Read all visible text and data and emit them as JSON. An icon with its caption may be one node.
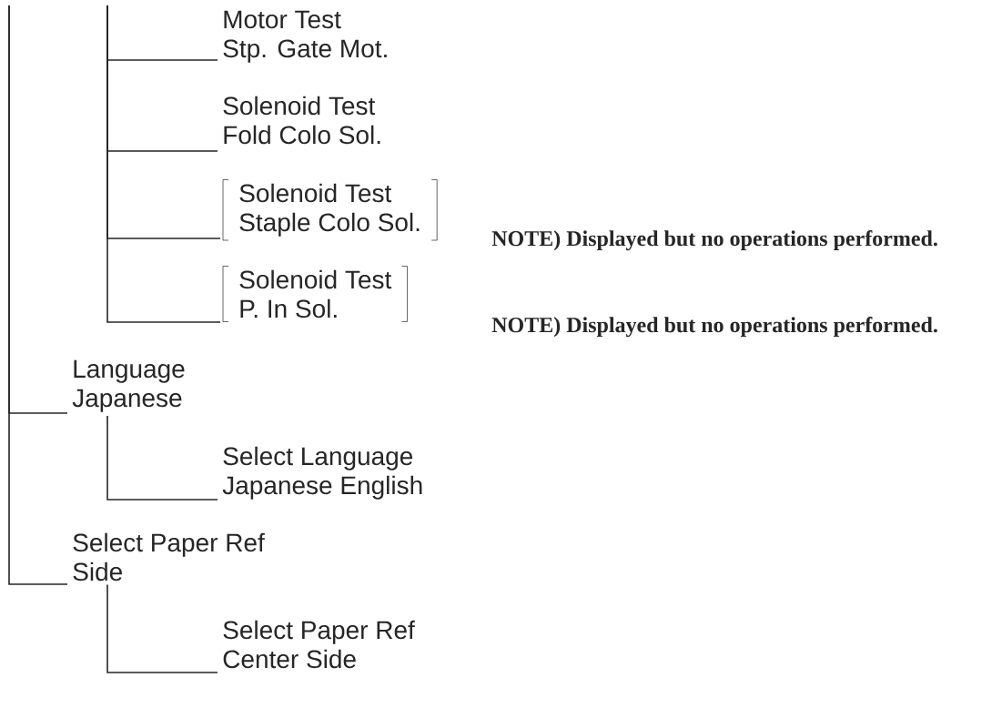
{
  "diagram": {
    "nodes": [
      {
        "text": [
          "Motor Test",
          "Stp. Gate Mot."
        ]
      },
      {
        "text": [
          "Solenoid Test",
          "Fold Colo Sol."
        ]
      },
      {
        "text": [
          "Solenoid Test",
          "Staple Colo Sol."
        ],
        "beside": [
          "NOTE) Displayed but no operations performed."
        ]
      },
      {
        "text": [
          "Solenoid Test",
          "P. In Sol."
        ],
        "beside": [
          "NOTE) Displayed but no operations performed."
        ]
      },
      {
        "text": [
          "Language",
          "Japanese"
        ]
      },
      {
        "text": [
          "Select Language",
          "Japanese English"
        ]
      },
      {
        "text": [
          "Select Paper Ref",
          "Side"
        ]
      },
      {
        "text": [
          "Select Paper Ref",
          "Center Side"
        ]
      }
    ],
    "edges": [
      {
        "from": null,
        "to": 0,
        "arrow": "none"
      },
      {
        "from": null,
        "to": 1,
        "arrow": "none"
      },
      {
        "from": null,
        "to": 2,
        "arrow": "none"
      },
      {
        "from": null,
        "to": 3,
        "arrow": "none"
      },
      {
        "from": null,
        "to": 4,
        "arrow": "none"
      },
      {
        "from": null,
        "to": 6,
        "arrow": "none"
      },
      {
        "from": 4,
        "to": 5,
        "arrow": "none"
      },
      {
        "from": 6,
        "to": 7,
        "arrow": "none"
      }
    ]
  }
}
